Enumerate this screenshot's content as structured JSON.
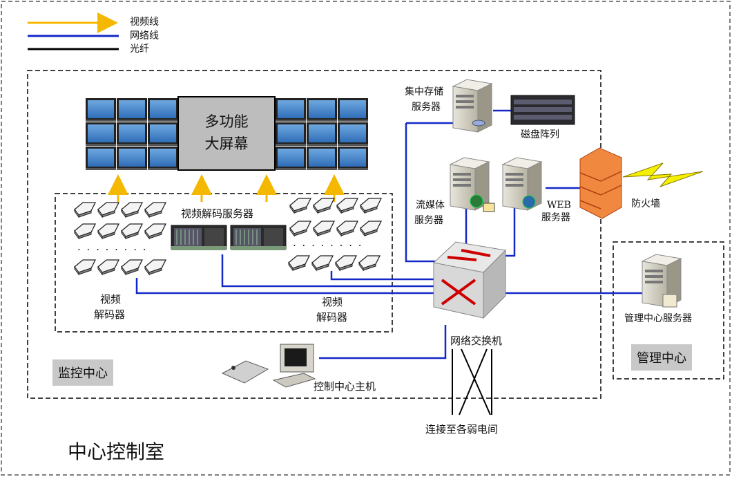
{
  "legend": {
    "video_line": "视频线",
    "network_line": "网络线",
    "fiber": "光纤"
  },
  "colors": {
    "video": "#f5b800",
    "network": "#1428c8",
    "fiber": "#000000"
  },
  "wall": {
    "line1": "多功能",
    "line2": "大屏幕"
  },
  "labels": {
    "decode_server": "视频解码服务器",
    "decoder_left_1": "视频",
    "decoder_left_2": "解码器",
    "decoder_right_1": "视频",
    "decoder_right_2": "解码器",
    "storage_1": "集中存储",
    "storage_2": "服务器",
    "disk_array": "磁盘阵列",
    "stream_1": "流媒体",
    "stream_2": "服务器",
    "web_1": "WEB",
    "web_2": "服务器",
    "firewall": "防火墙",
    "switch": "网络交换机",
    "mgmt_server": "管理中心服务器",
    "control_host": "控制中心主机",
    "connect": "连接至各弱电间",
    "dots_left": "· · · · · · · ·",
    "dots_right": "· · · · · · · ·"
  },
  "zones": {
    "monitor_center": "监控中心",
    "mgmt_center": "管理中心",
    "center_room": "中心控制室"
  }
}
